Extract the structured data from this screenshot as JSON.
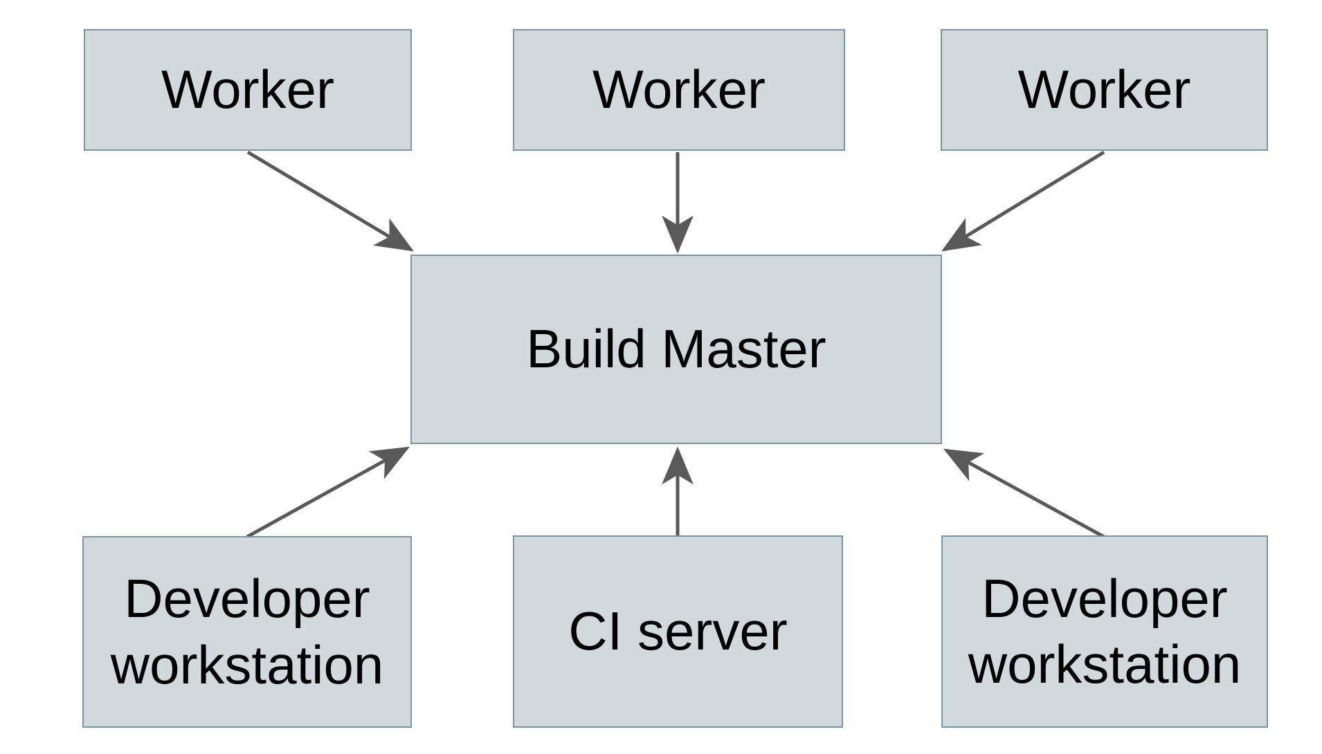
{
  "colors": {
    "canvas-bg": "#ffffff",
    "node-fill": "#d2d9dc",
    "node-border": "#7b95a0",
    "arrow-color": "#595959",
    "text-color": "#000000"
  },
  "nodes": {
    "workerLeft": {
      "label": "Worker"
    },
    "workerMiddle": {
      "label": "Worker"
    },
    "workerRight": {
      "label": "Worker"
    },
    "buildMaster": {
      "label": "Build Master"
    },
    "devLeft": {
      "label": "Developer workstation"
    },
    "ciServer": {
      "label": "CI server"
    },
    "devRight": {
      "label": "Developer workstation"
    }
  },
  "edges": [
    {
      "from": "worker-left",
      "to": "build-master"
    },
    {
      "from": "worker-middle",
      "to": "build-master"
    },
    {
      "from": "worker-right",
      "to": "build-master"
    },
    {
      "from": "developer-workstation-left",
      "to": "build-master"
    },
    {
      "from": "ci-server",
      "to": "build-master"
    },
    {
      "from": "developer-workstation-right",
      "to": "build-master"
    }
  ]
}
